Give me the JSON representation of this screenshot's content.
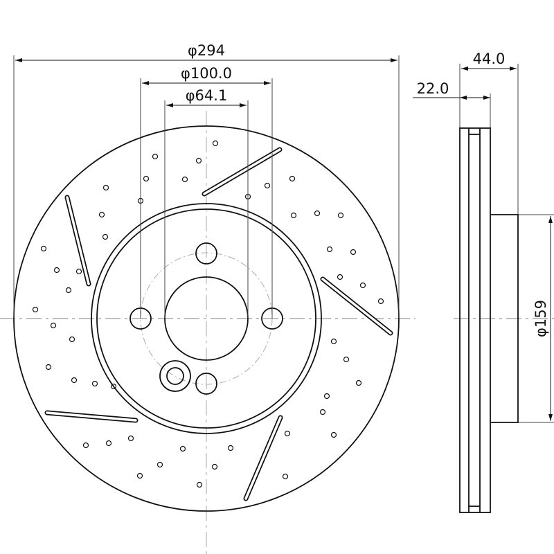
{
  "dimensions": {
    "outer_diameter": "φ294",
    "bolt_circle": "φ100.0",
    "center_bore": "φ64.1",
    "total_height": "44.0",
    "disc_thickness": "22.0",
    "hat_diameter": "φ159"
  },
  "colors": {
    "line": "#111111",
    "center_line": "#999999"
  }
}
